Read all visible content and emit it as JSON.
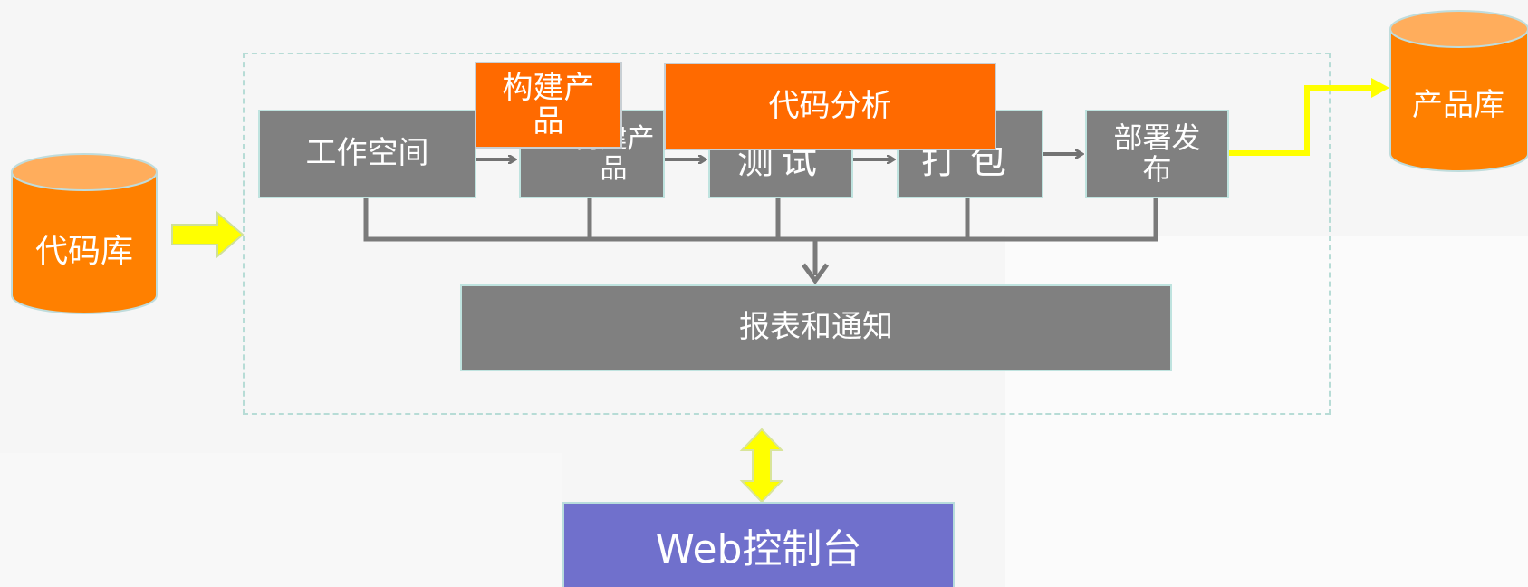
{
  "nodes": {
    "code_repo": "代码库",
    "product_repo": "产品库",
    "workspace": "工作空间",
    "build_hidden": "构建产品",
    "test": "测试",
    "package": "打包",
    "deploy": "部署发布",
    "build_overlay": "构建产品",
    "code_analysis": "代码分析",
    "report": "报表和通知",
    "web_console": "Web控制台"
  },
  "colors": {
    "gray_box": "#808080",
    "orange": "#ff6a00",
    "cylinder_orange": "#ff8000",
    "yellow_arrow": "#ffff00",
    "web_console": "#7070cc"
  }
}
